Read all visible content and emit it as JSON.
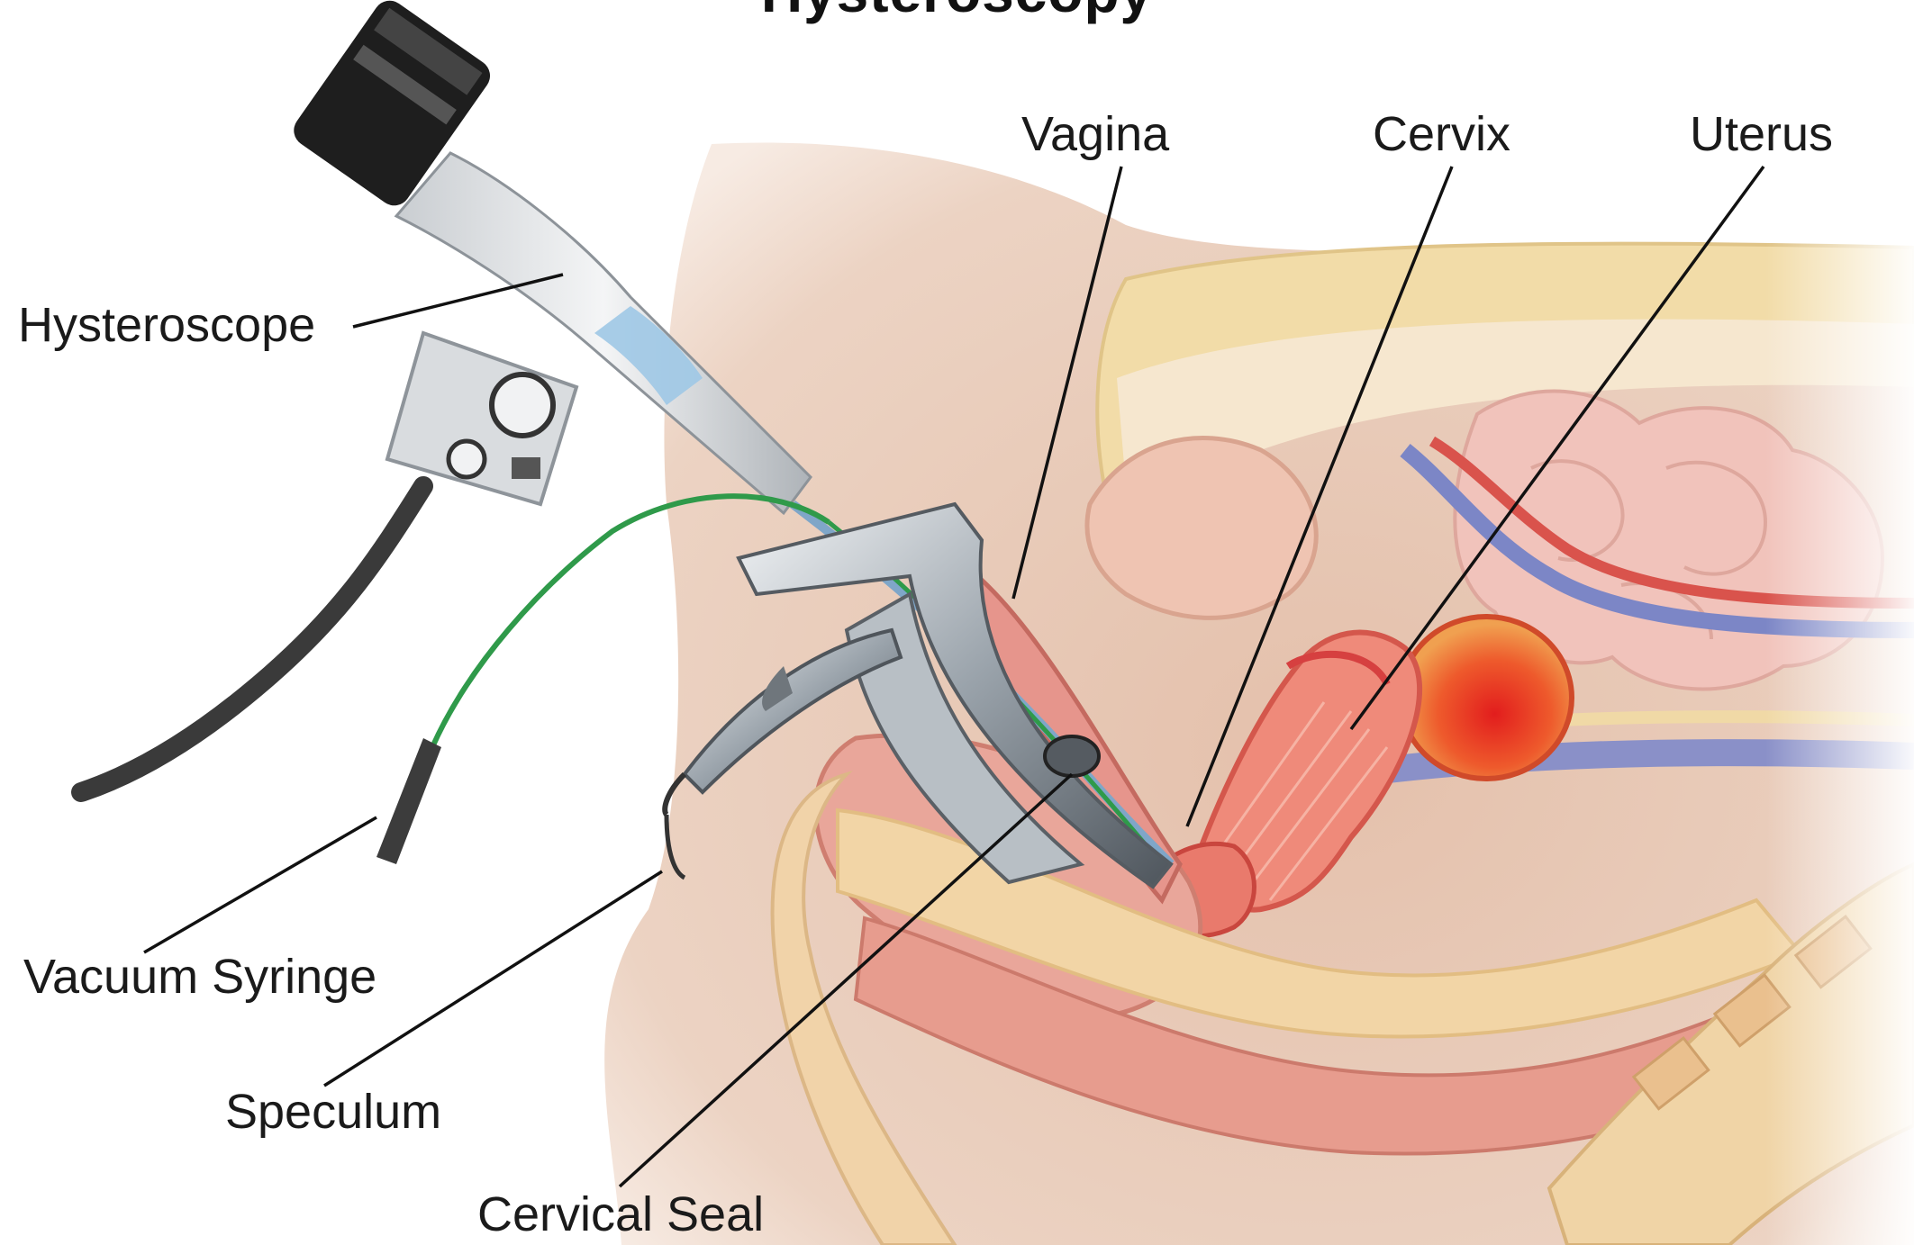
{
  "figure": {
    "title": "Hysteroscopy",
    "labels": {
      "hysteroscope": "Hysteroscope",
      "vagina": "Vagina",
      "cervix": "Cervix",
      "uterus": "Uterus",
      "vacuum_syringe": "Vacuum Syringe",
      "speculum": "Speculum",
      "cervical_seal": "Cervical Seal"
    }
  },
  "colors": {
    "skin": "#e9c8b4",
    "fat": "#f3deae",
    "muscle": "#e6958c",
    "uterus": "#ef8a7a",
    "uterine_cavity": "#e8392a",
    "vein": "#7c86c6",
    "artery": "#d9534c",
    "metal": "#9aa3ab",
    "tube": "#2f9a4a",
    "cable": "#3a3a3a"
  }
}
